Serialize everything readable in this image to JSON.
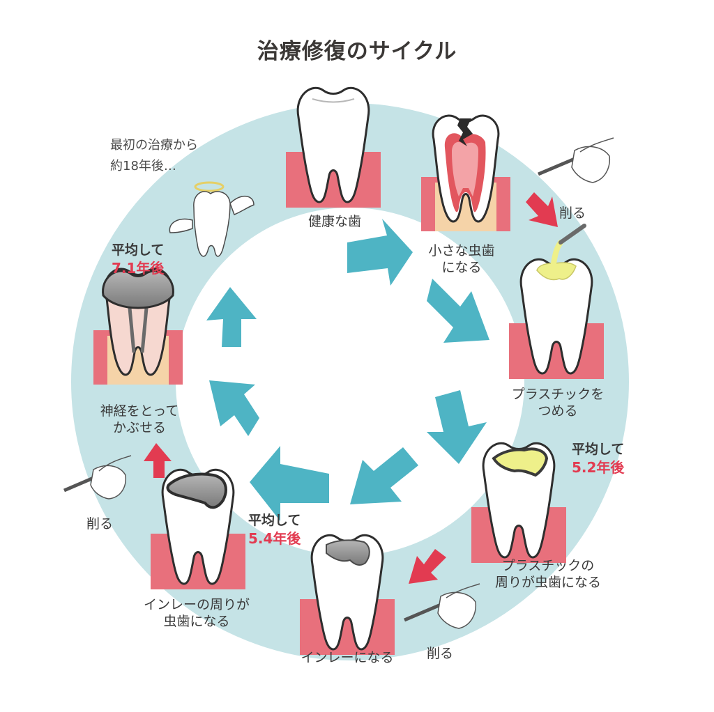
{
  "title": "治療修復のサイクル",
  "note": {
    "line1": "最初の治療から",
    "line2": "約18年後…"
  },
  "stages": {
    "healthy": "健康な歯",
    "small_cavity": [
      "小さな虫歯",
      "になる"
    ],
    "plastic_fill": [
      "プラスチックを",
      "つめる"
    ],
    "plastic_cavity": [
      "プラスチックの",
      "周りが虫歯になる"
    ],
    "inlay": "インレーになる",
    "inlay_cavity": [
      "インレーの周りが",
      "虫歯になる"
    ],
    "crown": [
      "神経をとって",
      "かぶせる"
    ]
  },
  "actions": {
    "drill": "削る"
  },
  "averages": {
    "prefix": "平均して",
    "plastic": "5.2年後",
    "inlay": "5.4年後",
    "crown": "7.1年後"
  },
  "colors": {
    "ring": "#c5e3e6",
    "cycle_arrow": "#4eb4c4",
    "red_arrow": "#e23b51",
    "gum": "#e8707c",
    "root": "#f5d3a8",
    "pulp": "#e2565e",
    "plastic": "#eef08a",
    "metal": "#8e8e8e",
    "highlight": "#e23b51"
  }
}
